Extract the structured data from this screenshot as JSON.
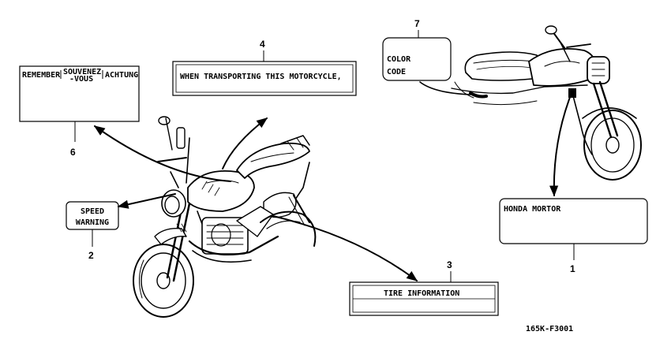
{
  "labels": {
    "remember": {
      "number": "6",
      "col1": "REMEMBER",
      "col2_line1": "SOUVENEZ",
      "col2_line2": "-VOUS",
      "col3": "ACHTUNG"
    },
    "transport": {
      "number": "4",
      "text": "WHEN TRANSPORTING THIS MOTORCYCLE,"
    },
    "color_code": {
      "number": "7",
      "line1": "COLOR",
      "line2": "CODE"
    },
    "speed_warning": {
      "number": "2",
      "line1": "SPEED",
      "line2": "WARNING"
    },
    "honda": {
      "number": "1",
      "text": "HONDA MORTOR"
    },
    "tire": {
      "number": "3",
      "text": "TIRE  INFORMATION"
    }
  },
  "part_code": "165K-F3001",
  "colors": {
    "ink": "#000000",
    "background": "#ffffff"
  }
}
